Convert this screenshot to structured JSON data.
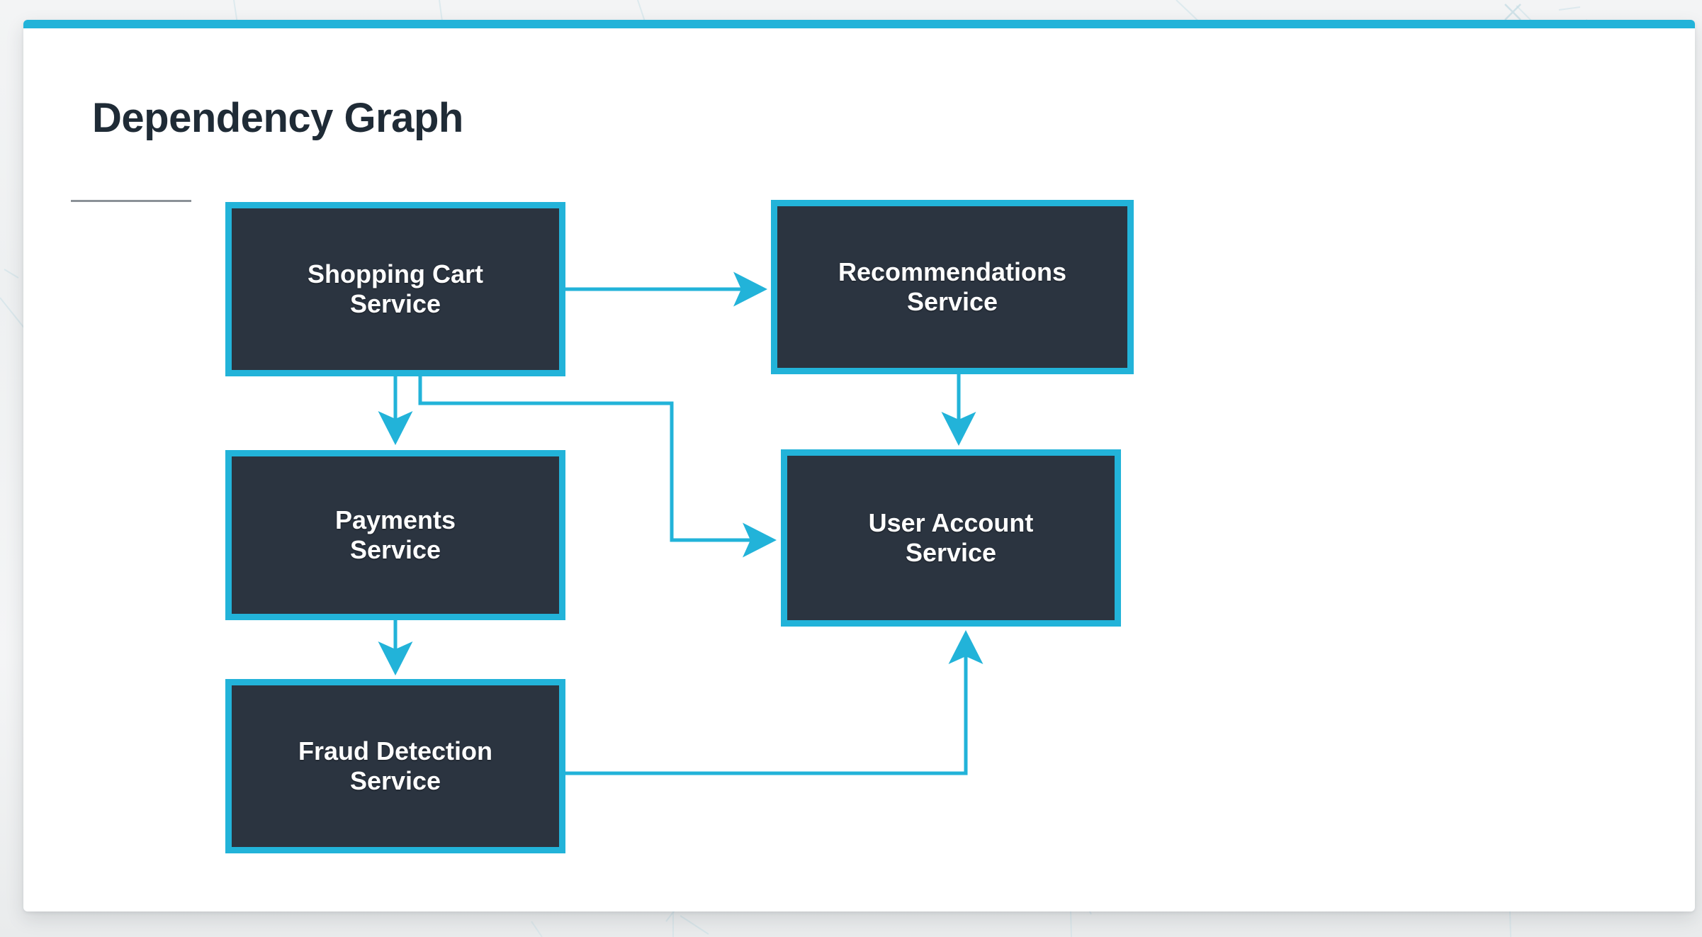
{
  "page": {
    "title": "Dependency Graph",
    "accent_color": "#22b3d9",
    "node_fill_color": "#2b3440",
    "node_border_color": "#22b3d9",
    "node_text_color": "#ffffff",
    "title_color": "#1f2b36",
    "card_background": "#ffffff",
    "edge_color": "#22b3d9"
  },
  "chart_data": {
    "type": "diagram",
    "title": "Dependency Graph",
    "nodes": [
      {
        "id": "shopping-cart",
        "label_line1": "Shopping Cart",
        "label_line2": "Service"
      },
      {
        "id": "recommendations",
        "label_line1": "Recommendations",
        "label_line2": "Service"
      },
      {
        "id": "payments",
        "label_line1": "Payments",
        "label_line2": "Service"
      },
      {
        "id": "user-account",
        "label_line1": "User Account",
        "label_line2": "Service"
      },
      {
        "id": "fraud-detection",
        "label_line1": "Fraud Detection",
        "label_line2": "Service"
      }
    ],
    "edges": [
      {
        "from": "shopping-cart",
        "to": "recommendations",
        "style": "straight-right"
      },
      {
        "from": "shopping-cart",
        "to": "payments",
        "style": "straight-down"
      },
      {
        "from": "shopping-cart",
        "to": "user-account",
        "style": "elbow-down-right"
      },
      {
        "from": "recommendations",
        "to": "user-account",
        "style": "straight-down"
      },
      {
        "from": "payments",
        "to": "fraud-detection",
        "style": "straight-down"
      },
      {
        "from": "fraud-detection",
        "to": "user-account",
        "style": "elbow-right-up"
      }
    ]
  },
  "nodes": {
    "shopping_cart": {
      "line1": "Shopping Cart",
      "line2": "Service"
    },
    "recommendations": {
      "line1": "Recommendations",
      "line2": "Service"
    },
    "payments": {
      "line1": "Payments",
      "line2": "Service"
    },
    "user_account": {
      "line1": "User Account",
      "line2": "Service"
    },
    "fraud_detection": {
      "line1": "Fraud Detection",
      "line2": "Service"
    }
  }
}
